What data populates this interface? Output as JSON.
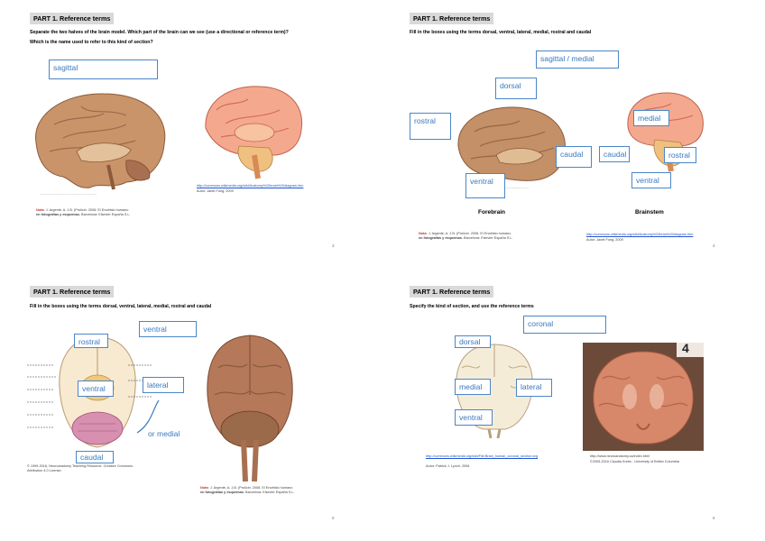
{
  "slides": [
    {
      "tag": "PART 1. Reference terms",
      "instruction_1": "Separate the two halves of the brain model. Which part of the brain can we see (use a directional or reference term)?",
      "instruction_2": "Which is the name used to refer to this kind of section?",
      "box_sagittal": "sagittal",
      "credit_note": "Nota:",
      "credit_text": "J. Argente, A. J.B. (Prolicin. 2008. El Encéfalo humano",
      "credit_text_2": "en fotografías y esquemas.",
      "credit_text_3": "Barcelona: Elsevier España S.L.",
      "link": "http://commons.wikimedia.org/wiki/Anatomy%20brain%20diagram.htm",
      "link_author": "Autor: Janet Fong, 2009",
      "page": "3"
    },
    {
      "tag": "PART 1. Reference terms",
      "instruction": "Fill in the boxes using the terms dorsal, ventral, lateral, medial, rostral and caudal",
      "boxes": {
        "sagittal_medial": "sagittal / medial",
        "dorsal": "dorsal",
        "rostral_left": "rostral",
        "caudal_left": "caudal",
        "ventral_left": "ventral",
        "medial": "medial",
        "caudal_right": "caudal",
        "rostral_right": "rostral",
        "ventral_right": "ventral"
      },
      "caption_forebrain": "Forebrain",
      "caption_brainstem": "Brainstem",
      "credit_note": "Nota:",
      "credit_text": "J. Argente, A. J.B. (Prolicin. 2008. El Encéfalo humano",
      "credit_text_2": "en fotografías y esquemas.",
      "credit_text_3": "Barcelona: Elsevier España S.L.",
      "link": "http://commons.wikimedia.org/wiki/Anatomy%20brain%20diagram.htm",
      "link_author": "Autor: Janet Fong, 2009",
      "page": "4"
    },
    {
      "tag": "PART 1. Reference terms",
      "instruction": "Fill in the boxes using the terms dorsal, ventral, lateral, medial, rostral and caudal",
      "boxes": {
        "rostral": "rostral",
        "ventral_top": "ventral",
        "ventral_mid": "ventral",
        "lateral": "lateral",
        "caudal": "caudal"
      },
      "or_medial": "or medial",
      "copyright": "© 1999-2016, Neuroanatomy Teaching Resource. Creative Commons",
      "copyright_2": "Attribution 4.0 License.",
      "credit_note": "Nota:",
      "credit_text": "J. Argente, A. J.B. (Prolicin. 2008. El Encéfalo humano",
      "credit_text_2": "en fotografías y esquemas.",
      "credit_text_3": "Barcelona: Elsevier España S.L.",
      "page": "5"
    },
    {
      "tag": "PART 1. Reference terms",
      "instruction": "Specify the kind of section, and use the reference terms",
      "boxes": {
        "coronal": "coronal",
        "dorsal": "dorsal",
        "medial": "medial",
        "lateral": "lateral",
        "ventral": "ventral"
      },
      "link": "http://commons.wikimedia.org/wiki/File:Brain_human_coronal_section.svg",
      "link_author": "Autor: Patrick J. Lynch, 2006",
      "url_right": "http://www.neuroanatomy.ca/index.html",
      "copyright_right": "©2005-2016 Claudia Krebs - University of British Columbia",
      "photo_number": "4",
      "page": "6"
    }
  ],
  "colors": {
    "box_border": "#4a86c8",
    "box_text": "#3a78c0",
    "tag_bg": "#d9d9d9",
    "brain_tan": "#c9946a",
    "brain_pink": "#e8907a"
  }
}
